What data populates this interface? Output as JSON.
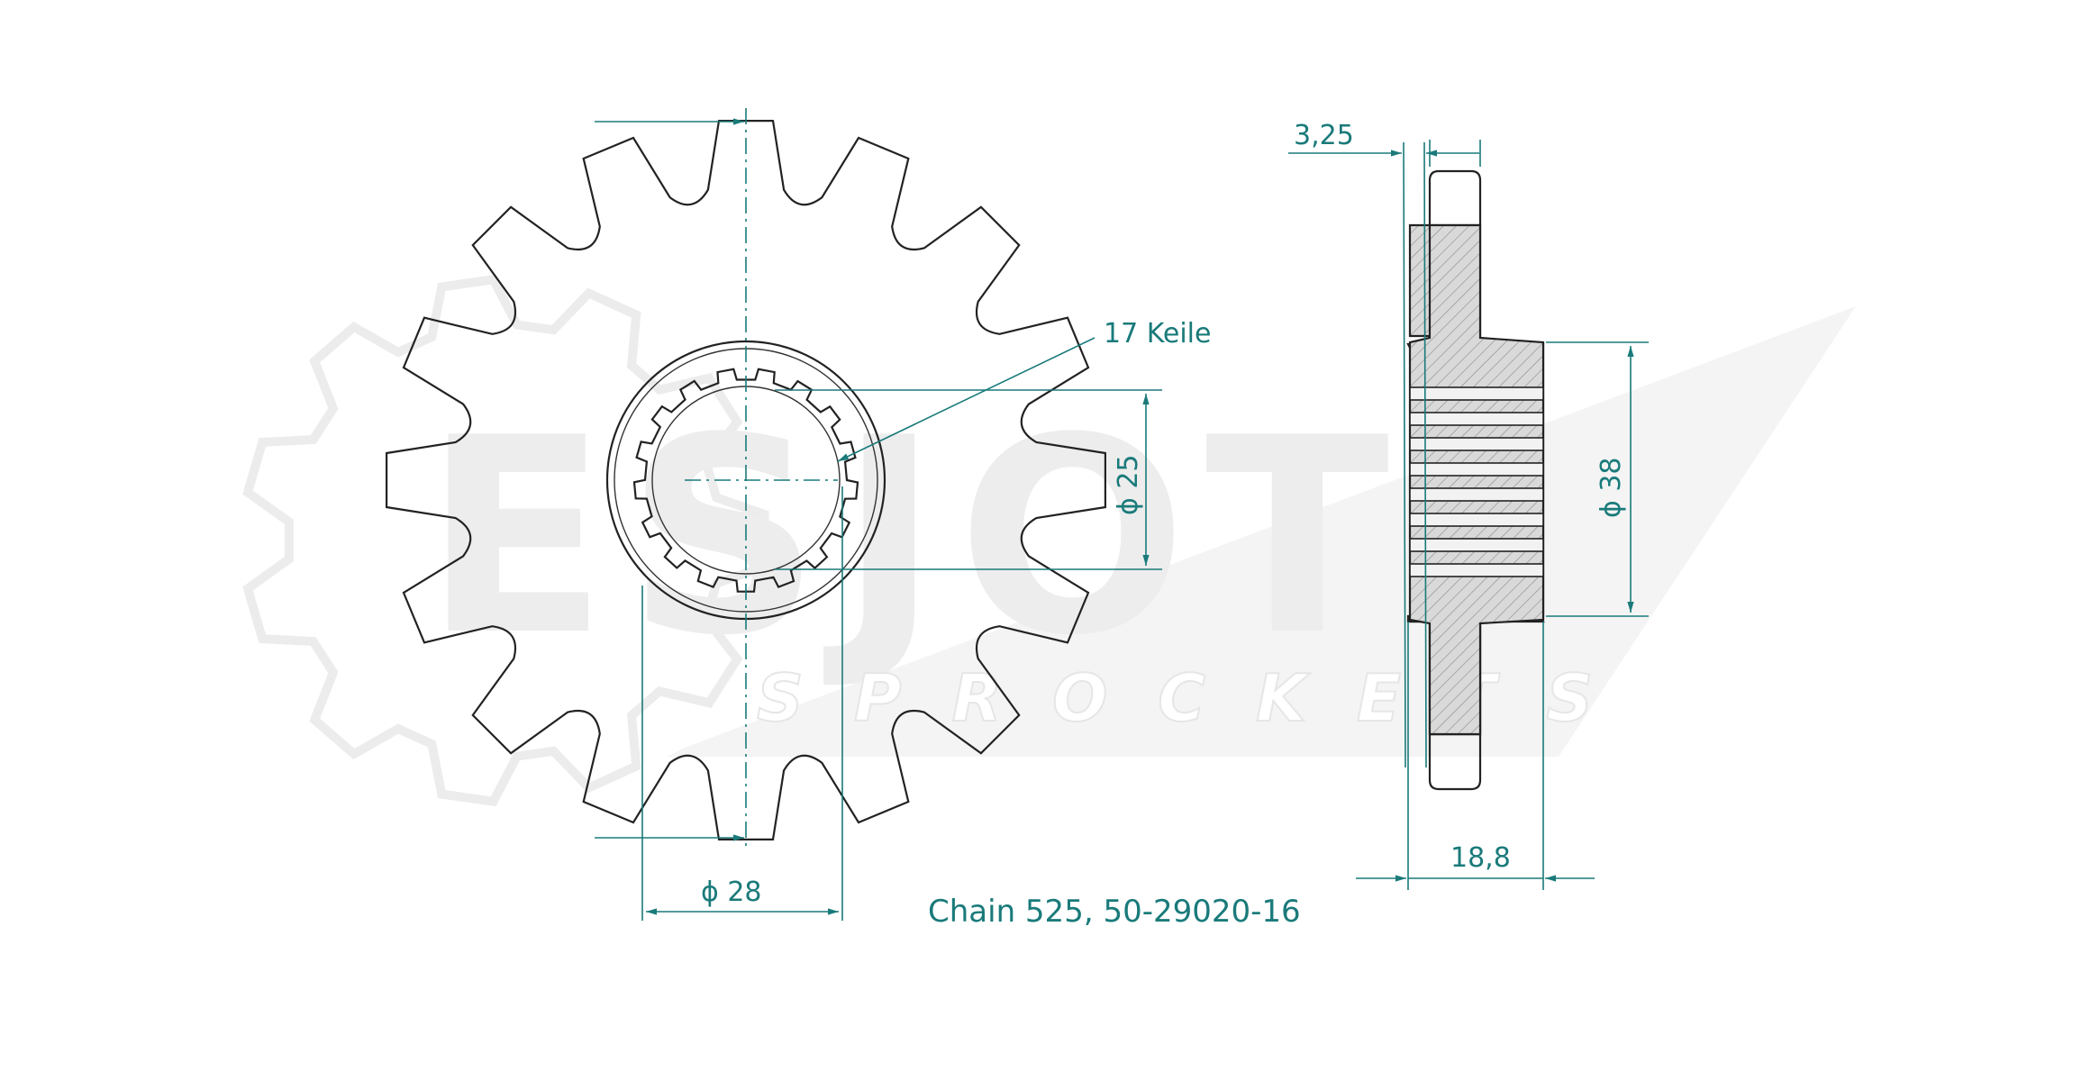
{
  "watermark": {
    "brand": "ESJOT",
    "tagline": "SPROCKETS"
  },
  "dimensions": {
    "spline_count": "17 Keile",
    "inner_diameter": "ϕ 25",
    "bore_diameter": "ϕ 28",
    "hub_diameter": "ϕ 38",
    "tooth_thickness": "3,25",
    "hub_width": "18,8"
  },
  "caption": "Chain 525, 50-29020-16",
  "sprocket": {
    "teeth": 16,
    "splines": 17
  },
  "colors": {
    "dimension": "#1a7a7a",
    "outline": "#222222",
    "hatch_fill": "#d9d9d9",
    "watermark": "#ececec"
  }
}
